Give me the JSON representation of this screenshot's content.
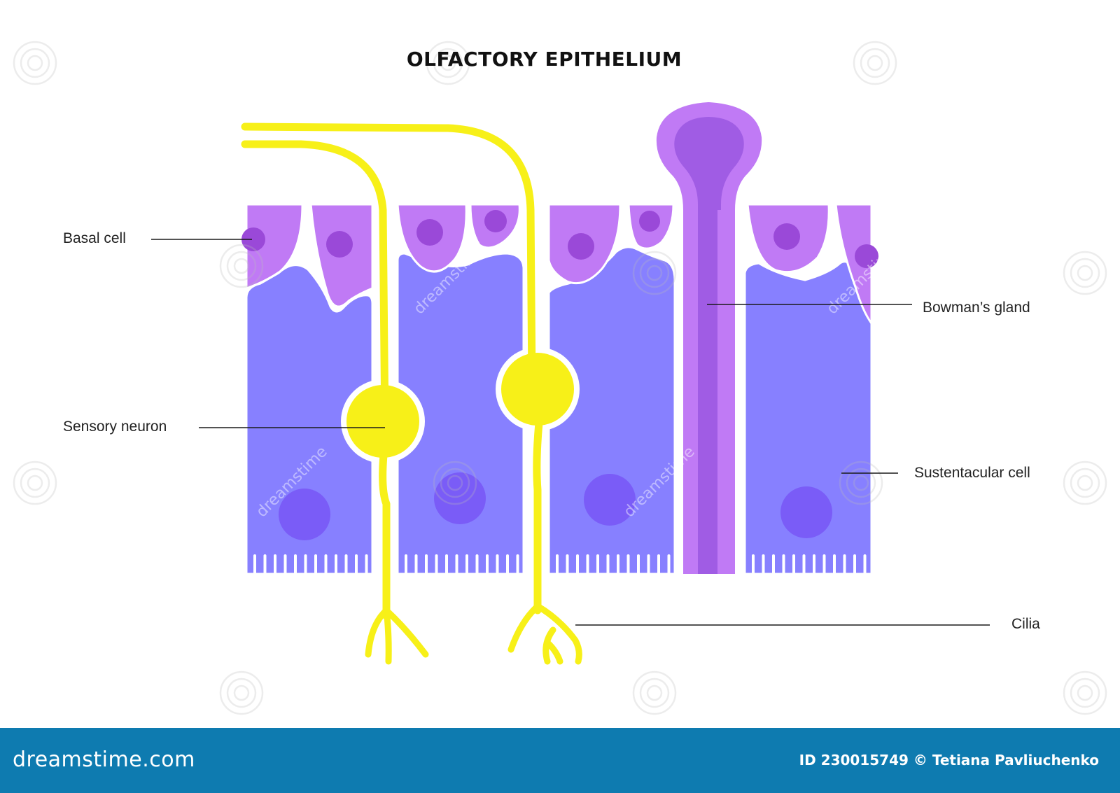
{
  "title": "OLFACTORY EPITHELIUM",
  "labels": {
    "basal_cell": "Basal cell",
    "sensory_neuron": "Sensory neuron",
    "bowmans_gland": "Bowman’s gland",
    "sustentacular_cell": "Sustentacular cell",
    "cilia": "Cilia"
  },
  "footer": {
    "logo": "dreamstime.com",
    "credit": "ID 230015749 © Tetiana Pavliuchenko"
  },
  "watermark": {
    "text": "dreamstime"
  },
  "colors": {
    "sustentacular": "#8780ff",
    "sustentacular_nucleus": "#7a5cf7",
    "basal": "#c07af5",
    "basal_nucleus": "#9a49d8",
    "gland_outer": "#c07af5",
    "gland_inner": "#a05ce4",
    "neuron": "#f7f018",
    "footer_bg": "#0e7bb0"
  }
}
